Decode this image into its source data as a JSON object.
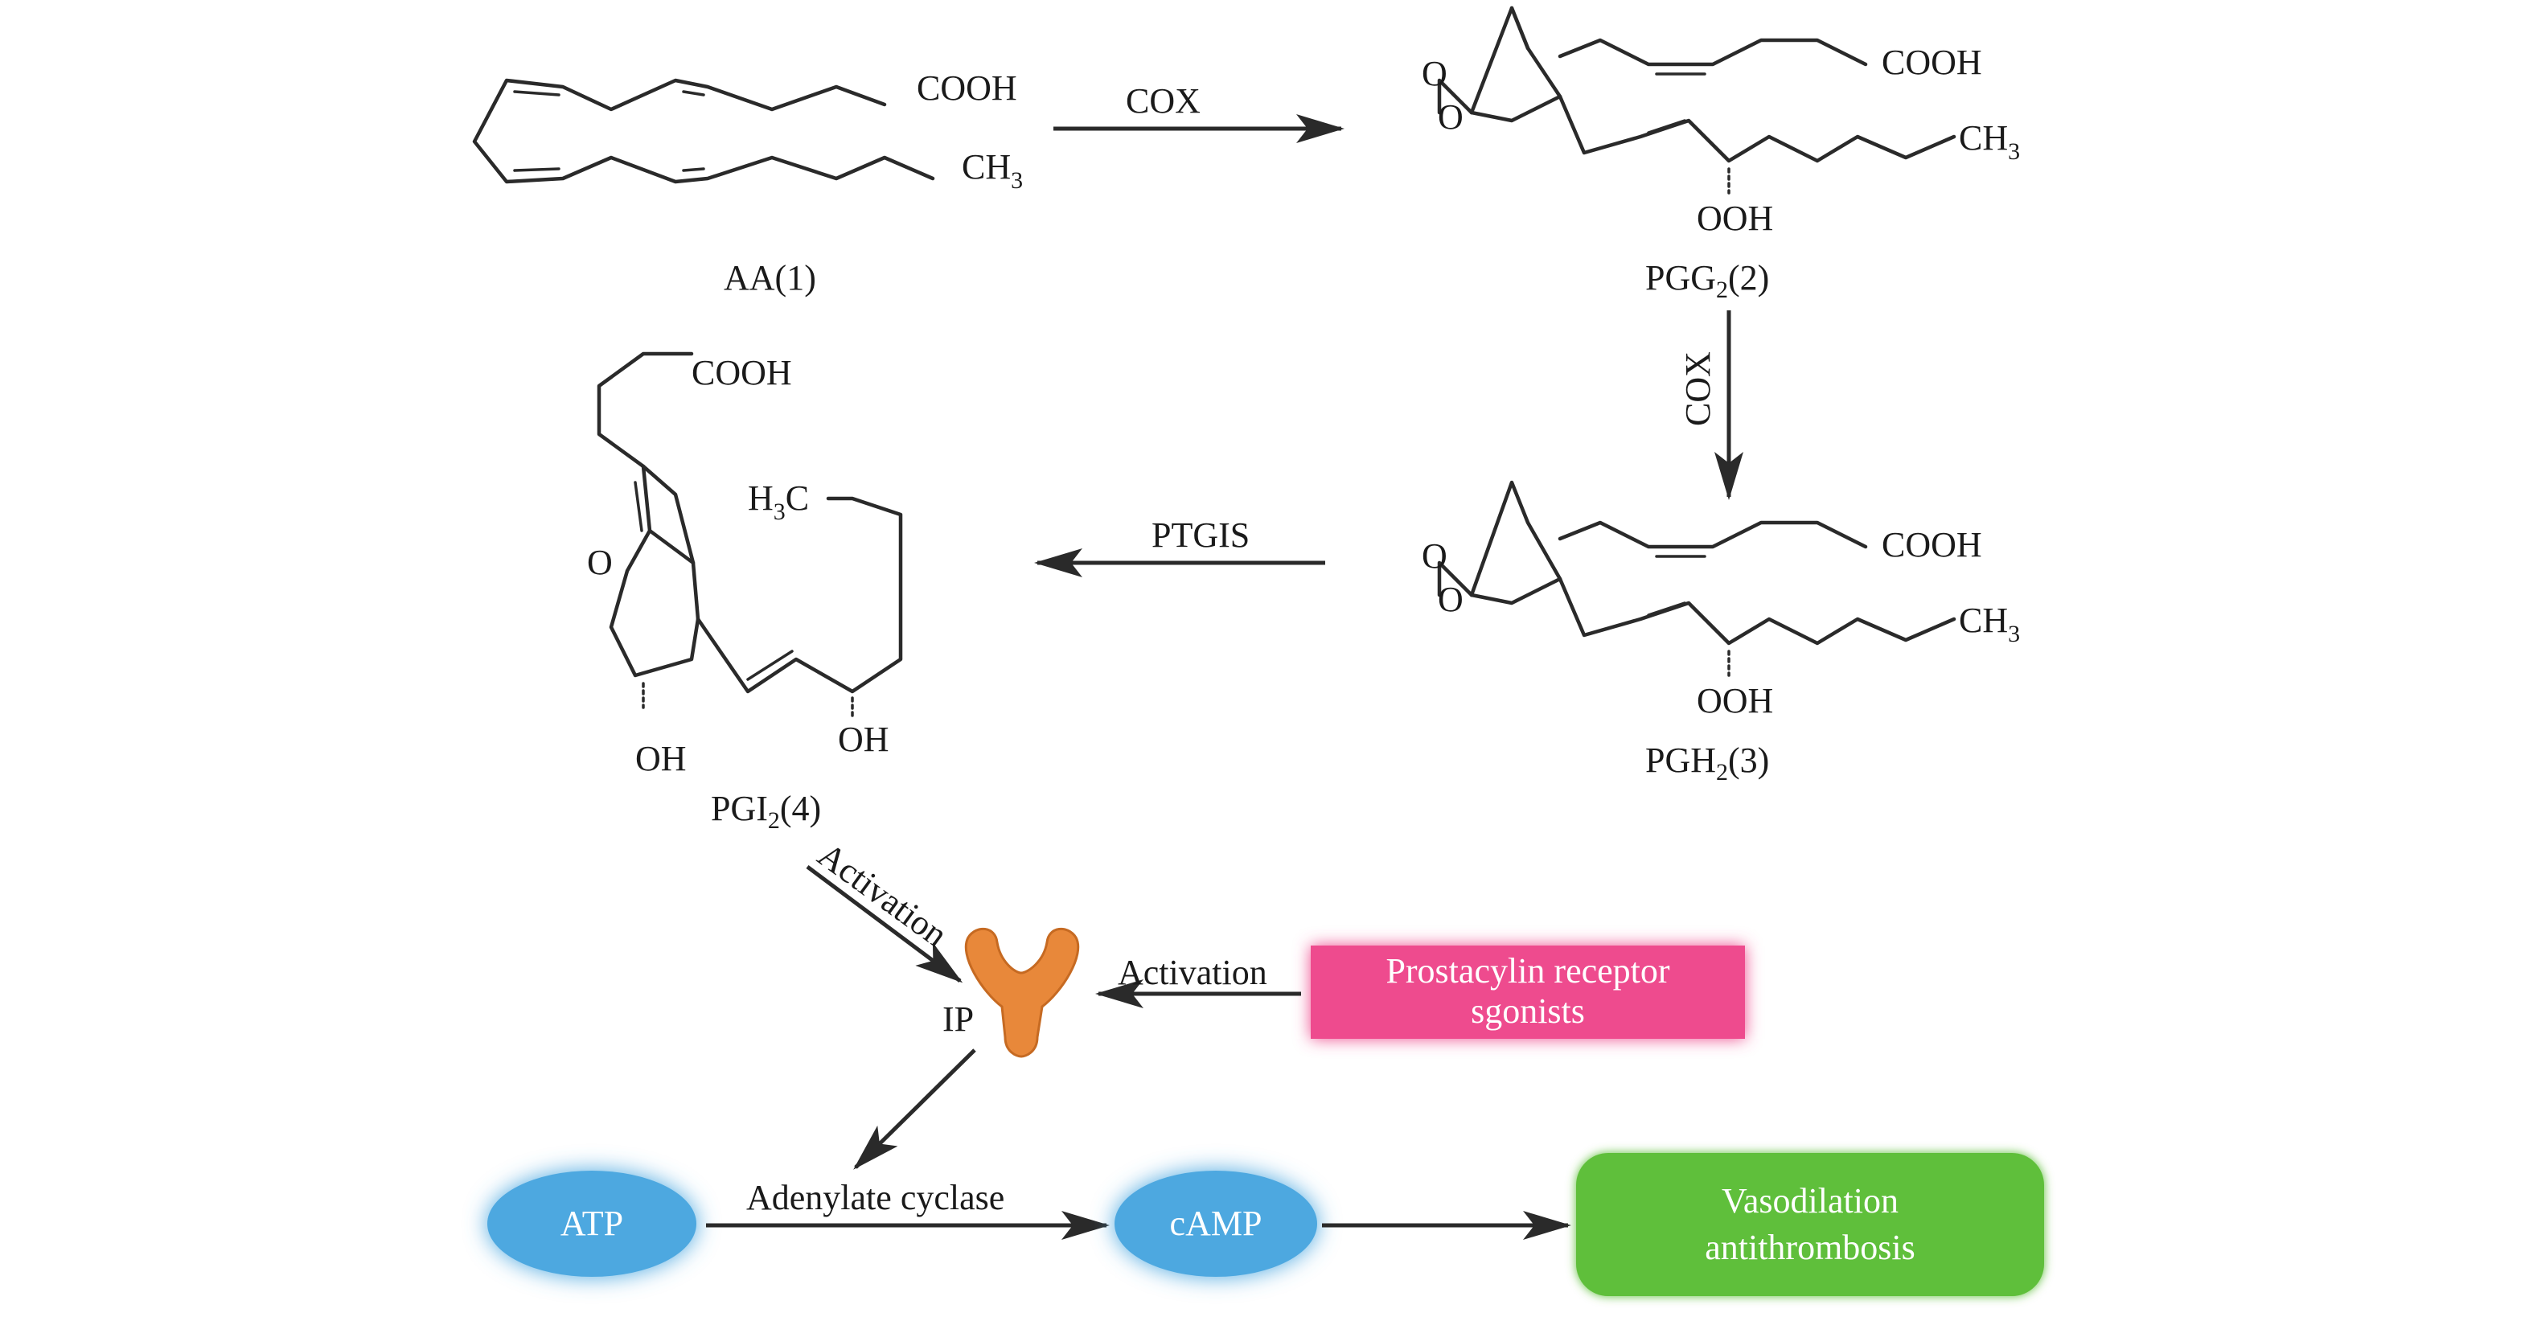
{
  "molecules": {
    "aa": {
      "label": "AA(1)",
      "cooh": "COOH",
      "ch3_main": "CH",
      "ch3_sub": "3"
    },
    "pgg2": {
      "label_main": "PGG",
      "label_sub": "2",
      "label_tail": "(2)",
      "cooh": "COOH",
      "ch3_main": "CH",
      "ch3_sub": "3",
      "ooh": "OOH",
      "o1": "O",
      "o2": "O"
    },
    "pgh2": {
      "label_main": "PGH",
      "label_sub": "2",
      "label_tail": "(3)",
      "cooh": "COOH",
      "ch3_main": "CH",
      "ch3_sub": "3",
      "ooh": "OOH",
      "o1": "O",
      "o2": "O"
    },
    "pgi2": {
      "label_main": "PGI",
      "label_sub": "2",
      "label_tail": "(4)",
      "cooh": "COOH",
      "h3c_pre": "H",
      "h3c_sub": "3",
      "h3c_post": "C",
      "o_ring": "O",
      "oh1": "OH",
      "oh2": "OH"
    }
  },
  "steps": {
    "cox_1": "COX",
    "cox_2": "COX",
    "ptgis": "PTGIS",
    "activation_1": "Activation",
    "activation_2": "Activation",
    "adenylate": "Adenylate cyclase"
  },
  "receptor": {
    "label": "IP",
    "color": "#e8883a"
  },
  "agonist_box": {
    "line1": "Prostacylin receptor",
    "line2": "sgonists",
    "color": "#ee4b8e"
  },
  "atp": {
    "label": "ATP",
    "color": "#4ea8e0"
  },
  "camp": {
    "label": "cAMP",
    "color": "#4ea8e0"
  },
  "outcome_box": {
    "line1": "Vasodilation",
    "line2": "antithrombosis",
    "color": "#5fbf3a"
  }
}
